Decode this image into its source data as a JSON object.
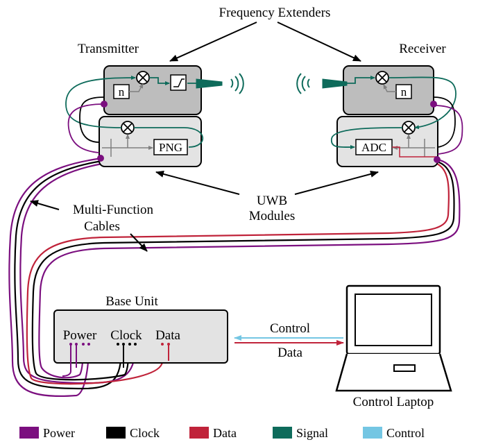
{
  "labels": {
    "frequency_extenders": "Frequency Extenders",
    "transmitter": "Transmitter",
    "receiver": "Receiver",
    "png": "PNG",
    "adc": "ADC",
    "n_tx": "n",
    "n_rx": "n",
    "uwb_line1": "UWB",
    "uwb_line2": "Modules",
    "mfc_line1": "Multi-Function",
    "mfc_line2": "Cables",
    "base_unit": "Base Unit",
    "power": "Power",
    "clock": "Clock",
    "data": "Data",
    "control_arrow": "Control",
    "data_arrow": "Data",
    "control_laptop": "Control Laptop"
  },
  "legend": [
    {
      "label": "Power",
      "color": "#7b0f7f"
    },
    {
      "label": "Clock",
      "color": "#000000"
    },
    {
      "label": "Data",
      "color": "#c0233a"
    },
    {
      "label": "Signal",
      "color": "#0e6b5b"
    },
    {
      "label": "Control",
      "color": "#74c6e3"
    }
  ],
  "colors": {
    "power": "#7b0f7f",
    "clock": "#000000",
    "data": "#c0233a",
    "signal": "#0e6b5b",
    "control": "#74c6e3",
    "extender_fill": "#bdbdbd",
    "module_fill": "#e3e3e3",
    "internal": "#7f7f7f"
  }
}
